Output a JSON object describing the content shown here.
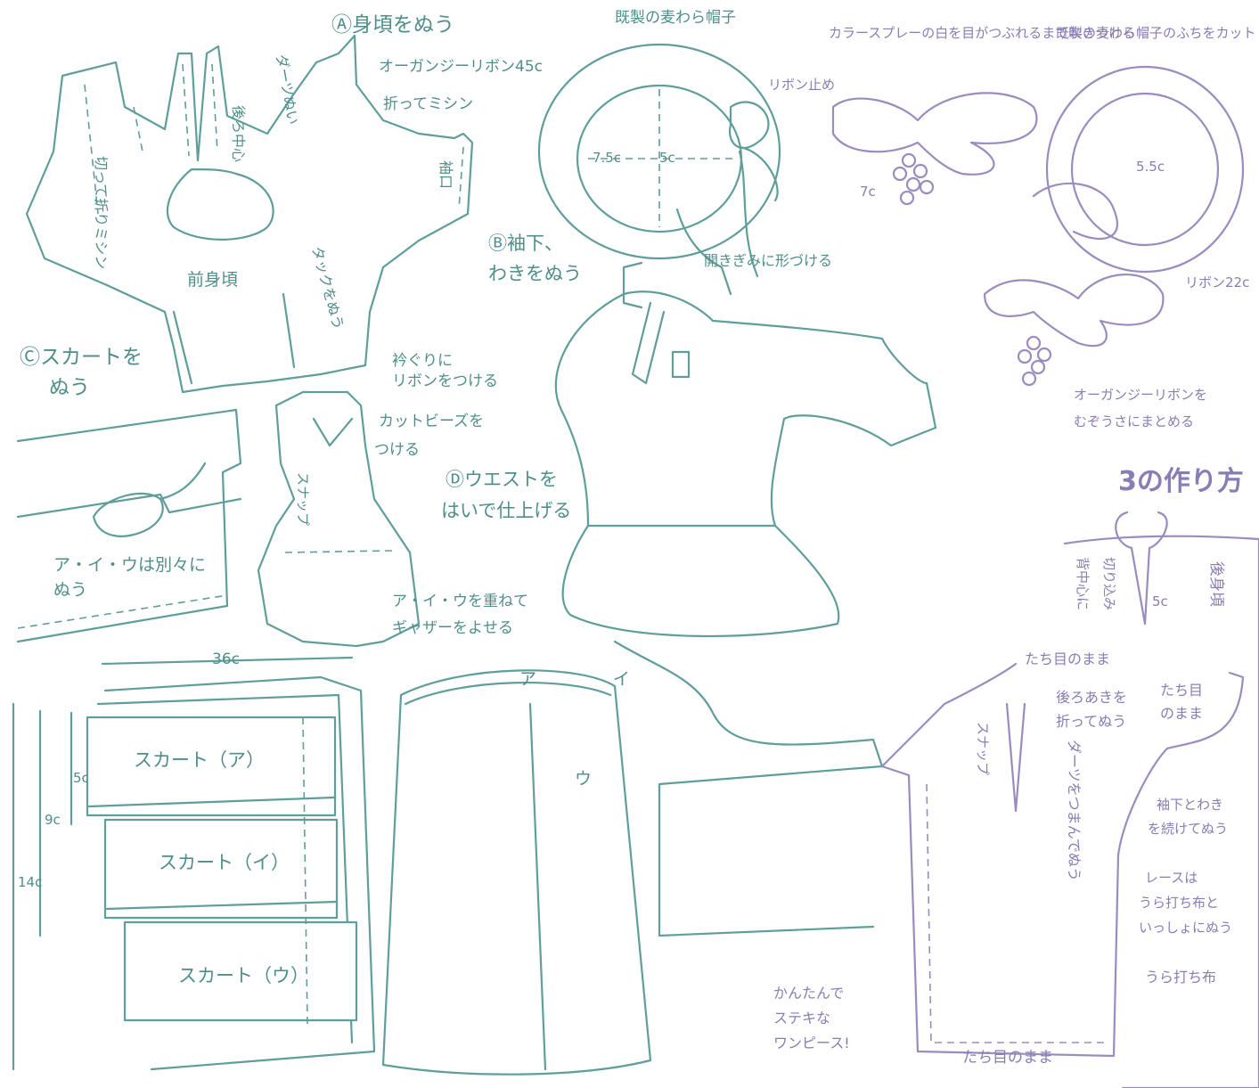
{
  "steps": {
    "a": "Ⓐ身頃をぬう",
    "b1": "Ⓑ袖下、",
    "b2": "わきをぬう",
    "c1": "Ⓒスカートを",
    "c2": "ぬう",
    "d1": "Ⓓウエストを",
    "d2": "はいで仕上げる"
  },
  "bodice": {
    "front_label": "前身頃",
    "cut_fold": "切って折りミシン",
    "back_center": "後ろ中心",
    "dart": "ダーツぬい",
    "tuck": "タックをぬう",
    "cuff": "袖口",
    "organza_ribbon": "オーガンジーリボン45c",
    "fold_stitch": "折ってミシン"
  },
  "hat": {
    "title": "既製の麦わら帽子",
    "dim_75": "7.5c",
    "dim_5": "5c",
    "shape_open": "開きぎみに形づける"
  },
  "corsage": {
    "spray": "カラースプレーの白を目がつぶれるまで吹きつける",
    "ribbon_stop": "リボン止め",
    "dim_7": "7c",
    "cut_brim": "既製の麦わら帽子のふちをカット",
    "dim_55": "5.5c",
    "ribbon_22": "リボン22c",
    "gather_ribbon1": "オーガンジーリボンを",
    "gather_ribbon2": "むぞうさにまとめる"
  },
  "dress_notes": {
    "collar_ribbon1": "衿ぐりに",
    "collar_ribbon2": "リボンをつける",
    "cut_beads1": "カットビーズを",
    "cut_beads2": "つける",
    "snap": "スナップ",
    "sew_separately1": "ア・イ・ウは別々に",
    "sew_separately2": "ぬう",
    "gather1": "ア・イ・ウを重ねて",
    "gather2": "ギャザーをよせる",
    "mark_a": "ア",
    "mark_i": "イ",
    "mark_u": "ウ"
  },
  "skirt": {
    "width": "36c",
    "h5": "5c",
    "h9": "9c",
    "h14": "14c",
    "part_a": "スカート（ア）",
    "part_i": "スカート（イ）",
    "part_u": "スカート（ウ）"
  },
  "make3": {
    "title": "3の作り方",
    "back_cut1": "背中心に",
    "back_cut2": "切り込み",
    "dim_5": "5c",
    "back_body": "後身頃",
    "raw_edge1": "たち目のまま",
    "back_open1": "後ろあきを",
    "back_open2": "折ってぬう",
    "raw_edge2a": "たち目",
    "raw_edge2b": "のまま",
    "snap": "スナップ",
    "dart_pinch": "ダーツをつまんでぬう",
    "sleeve_side1": "袖下とわき",
    "sleeve_side2": "を続けてぬう",
    "lace1": "レースは",
    "lace2": "うら打ち布と",
    "lace3": "いっしょにぬう",
    "lining": "うら打ち布",
    "easy1": "かんたんで",
    "easy2": "ステキな",
    "easy3": "ワンピース!",
    "raw_edge3": "たち目のまま"
  },
  "colors": {
    "teal_line": "#5f9e9a",
    "violet_line": "#9a8cbe",
    "background": "#ffffff"
  }
}
